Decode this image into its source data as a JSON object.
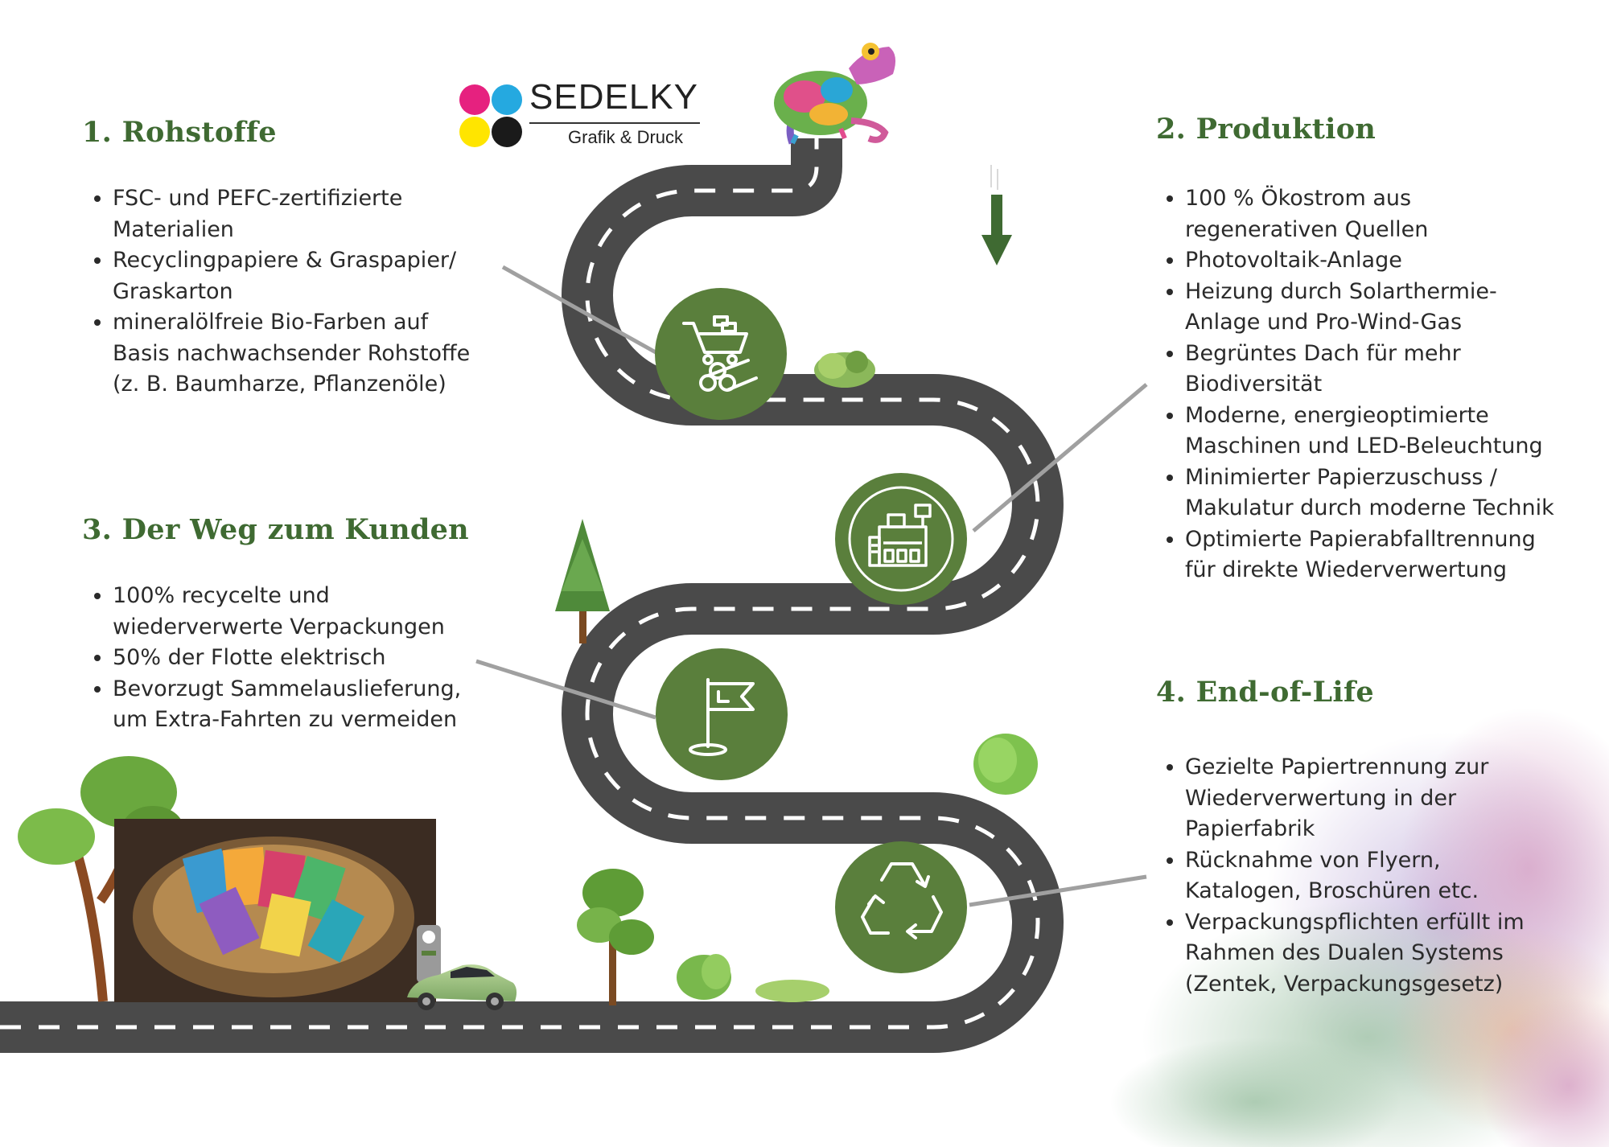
{
  "logo": {
    "name": "SEDELKY",
    "tagline": "Grafik & Druck",
    "colors": [
      "#e6217f",
      "#25a9e0",
      "#ffe500",
      "#1a1a1a"
    ]
  },
  "colors": {
    "accent_green": "#3f6a32",
    "icon_circle": "#5a7f3c",
    "road": "#4a4a4a",
    "road_edge": "#ffffff"
  },
  "stages": [
    {
      "title": "1. Rohstoffe",
      "icon": "cart-logs-icon",
      "items": [
        "FSC- und PEFC-zertifizierte\nMaterialien",
        "Recyclingpapiere & Graspapier/\nGraskarton",
        "mineralölfreie Bio-Farben auf\nBasis nachwachsender Rohstoffe\n(z. B. Baumharze, Pflanzenöle)"
      ]
    },
    {
      "title": "2. Produktion",
      "icon": "factory-icon",
      "items": [
        "100 % Ökostrom aus\nregenerativen Quellen",
        "Photovoltaik-Anlage",
        "Heizung durch Solarthermie-\nAnlage und Pro-Wind-Gas",
        "Begrüntes Dach für mehr\nBiodiversität",
        "Moderne, energieoptimierte\nMaschinen und LED-Beleuchtung",
        "Minimierter Papierzuschuss /\nMakulatur durch moderne Technik",
        "Optimierte Papierabfalltrennung\nfür direkte Wiederverwertung"
      ]
    },
    {
      "title": "3. Der Weg zum Kunden",
      "icon": "flag-icon",
      "items": [
        "100% recycelte und\nwiederverwerte Verpackungen",
        "50% der Flotte elektrisch",
        "Bevorzugt Sammelauslieferung,\num Extra-Fahrten zu vermeiden"
      ]
    },
    {
      "title": "4. End-of-Life",
      "icon": "recycle-icon",
      "items": [
        "Gezielte Papiertrennung zur\nWiederverwertung in der\nPapierfabrik",
        "Rücknahme von Flyern,\nKatalogen, Broschüren etc.",
        "Verpackungspflichten erfüllt im\nRahmen des Dualen Systems\n(Zentek, Verpackungsgesetz)"
      ]
    }
  ],
  "decorations": [
    "chameleon-illustration",
    "tree-illustration",
    "bush-illustration",
    "electric-car-illustration",
    "charging-station-illustration",
    "paper-basket-photo",
    "watercolor-splash",
    "down-arrow-icon"
  ]
}
